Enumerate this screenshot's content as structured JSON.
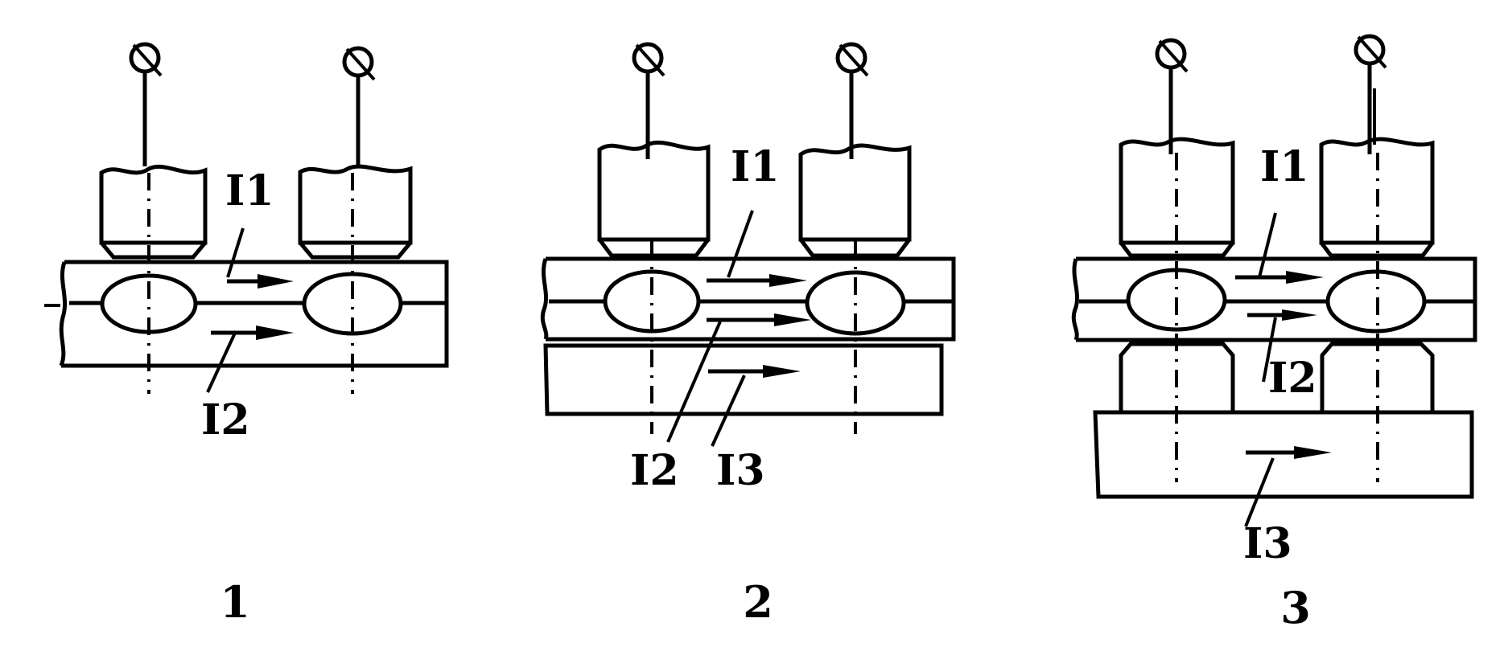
{
  "figure": {
    "panels": [
      {
        "caption": "1",
        "labels": {
          "i1": "I1",
          "i2": "I2"
        }
      },
      {
        "caption": "2",
        "labels": {
          "i1": "I1",
          "i2": "I2",
          "i3": "I3"
        }
      },
      {
        "caption": "3",
        "labels": {
          "i1": "I1",
          "i2": "I2",
          "i3": "I3"
        }
      }
    ]
  }
}
